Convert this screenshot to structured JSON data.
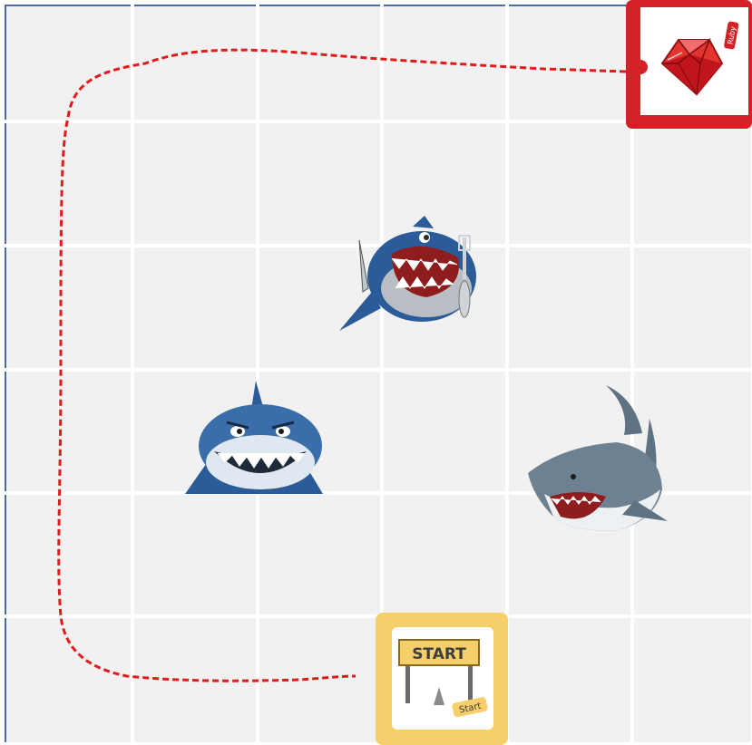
{
  "board": {
    "columns": 6,
    "rows": 6,
    "grid_color": "#ffffff",
    "background": "#f1f1f1",
    "border_color": "#4a6e96"
  },
  "path": {
    "color": "#e11b1b",
    "style": "dashed"
  },
  "goal_card": {
    "icon": "ruby-gem-icon",
    "tag_text": "Ruby",
    "color": "#d42127"
  },
  "start_card": {
    "sign_text": "START",
    "tag_text": "Start",
    "color": "#f6cf6a"
  },
  "obstacles": [
    {
      "name": "shark-with-knife-and-fork",
      "icon": "shark-icon"
    },
    {
      "name": "smiling-blue-shark",
      "icon": "shark-icon"
    },
    {
      "name": "grey-great-white-shark",
      "icon": "shark-icon"
    }
  ]
}
